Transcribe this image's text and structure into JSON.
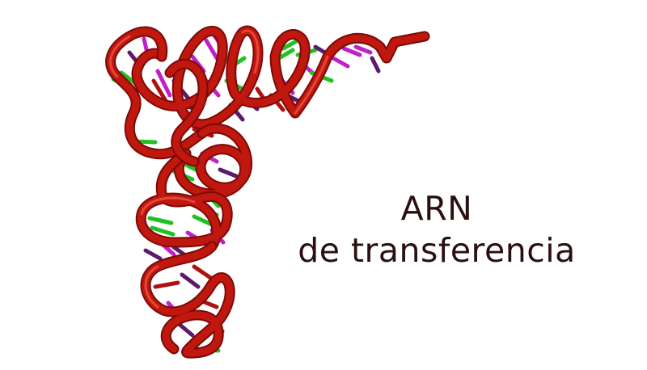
{
  "label": {
    "line1": "ARN",
    "line2": "de transferencia"
  },
  "colors": {
    "backbone": "#c0170f",
    "backbone_dark": "#7a0a06",
    "base_green": "#1fc21f",
    "base_magenta": "#c020c8",
    "base_purple": "#5a1a6e",
    "base_red": "#b01010",
    "text": "#2a0f0f"
  },
  "icons": {
    "molecule": "trna-ribbon-structure"
  }
}
